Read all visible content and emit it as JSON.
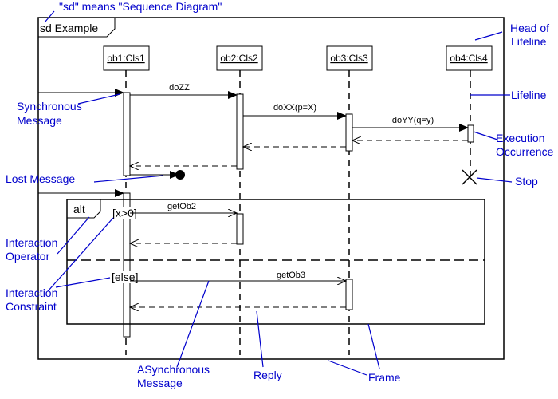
{
  "frame": {
    "title": "sd Example"
  },
  "lifelines": [
    {
      "id": "ob1",
      "label": "ob1:Cls1"
    },
    {
      "id": "ob2",
      "label": "ob2:Cls2"
    },
    {
      "id": "ob3",
      "label": "ob3:Cls3"
    },
    {
      "id": "ob4",
      "label": "ob4:Cls4"
    }
  ],
  "messages": {
    "dozz": "doZZ",
    "doxx": "doXX(p=X)",
    "doyy": "doYY(q=y)",
    "getob2": "getOb2",
    "getob3": "getOb3"
  },
  "fragment": {
    "operator": "alt",
    "guard1": "[x>0]",
    "guard2": "[else]"
  },
  "annotations": {
    "sd_means": "\"sd\" means \"Sequence Diagram\"",
    "head_of_lifeline_1": "Head of",
    "head_of_lifeline_2": "Lifeline",
    "lifeline": "Lifeline",
    "synchronous_1": "Synchronous",
    "synchronous_2": "Message",
    "execution_1": "Execution",
    "execution_2": "Occurrence",
    "lost_message": "Lost Message",
    "stop": "Stop",
    "interaction_operator_1": "Interaction",
    "interaction_operator_2": "Operator",
    "interaction_constraint_1": "Interaction",
    "interaction_constraint_2": "Constraint",
    "asynchronous_1": "ASynchronous",
    "asynchronous_2": "Message",
    "reply": "Reply",
    "frame": "Frame"
  },
  "colors": {
    "diagram": "#000000",
    "annotation": "#0000cc"
  }
}
